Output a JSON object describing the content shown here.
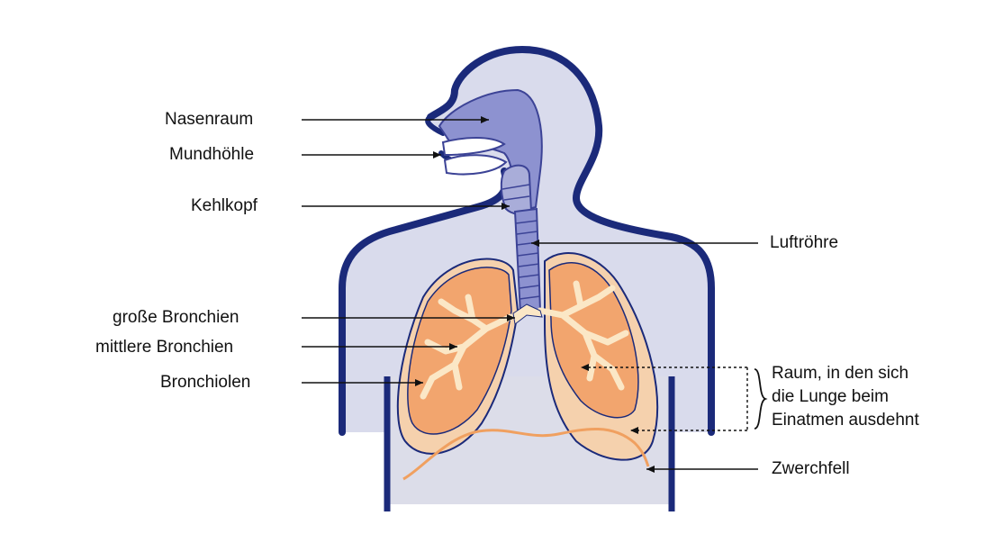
{
  "labels": {
    "nasenraum": "Nasenraum",
    "mundhoehle": "Mundhöhle",
    "kehlkopf": "Kehlkopf",
    "luftroehre": "Luftröhre",
    "grosse_bronchien": "große Bronchien",
    "mittlere_bronchien": "mittlere Bronchien",
    "bronchiolen": "Bronchiolen",
    "raum_line1": "Raum, in den sich",
    "raum_line2": "die Lunge beim",
    "raum_line3": "Einatmen ausdehnt",
    "zwerchfell": "Zwerchfell"
  },
  "colors": {
    "body_outline": "#1b2a7a",
    "body_fill": "#d9dbec",
    "airway_fill": "#8d92d0",
    "airway_stroke": "#3c4396",
    "lung_fill": "#f2a56e",
    "lung_expansion_fill": "#f5d1ad",
    "bronchi_fill": "#fbe7c6",
    "diaphragm": "#f0a060"
  }
}
